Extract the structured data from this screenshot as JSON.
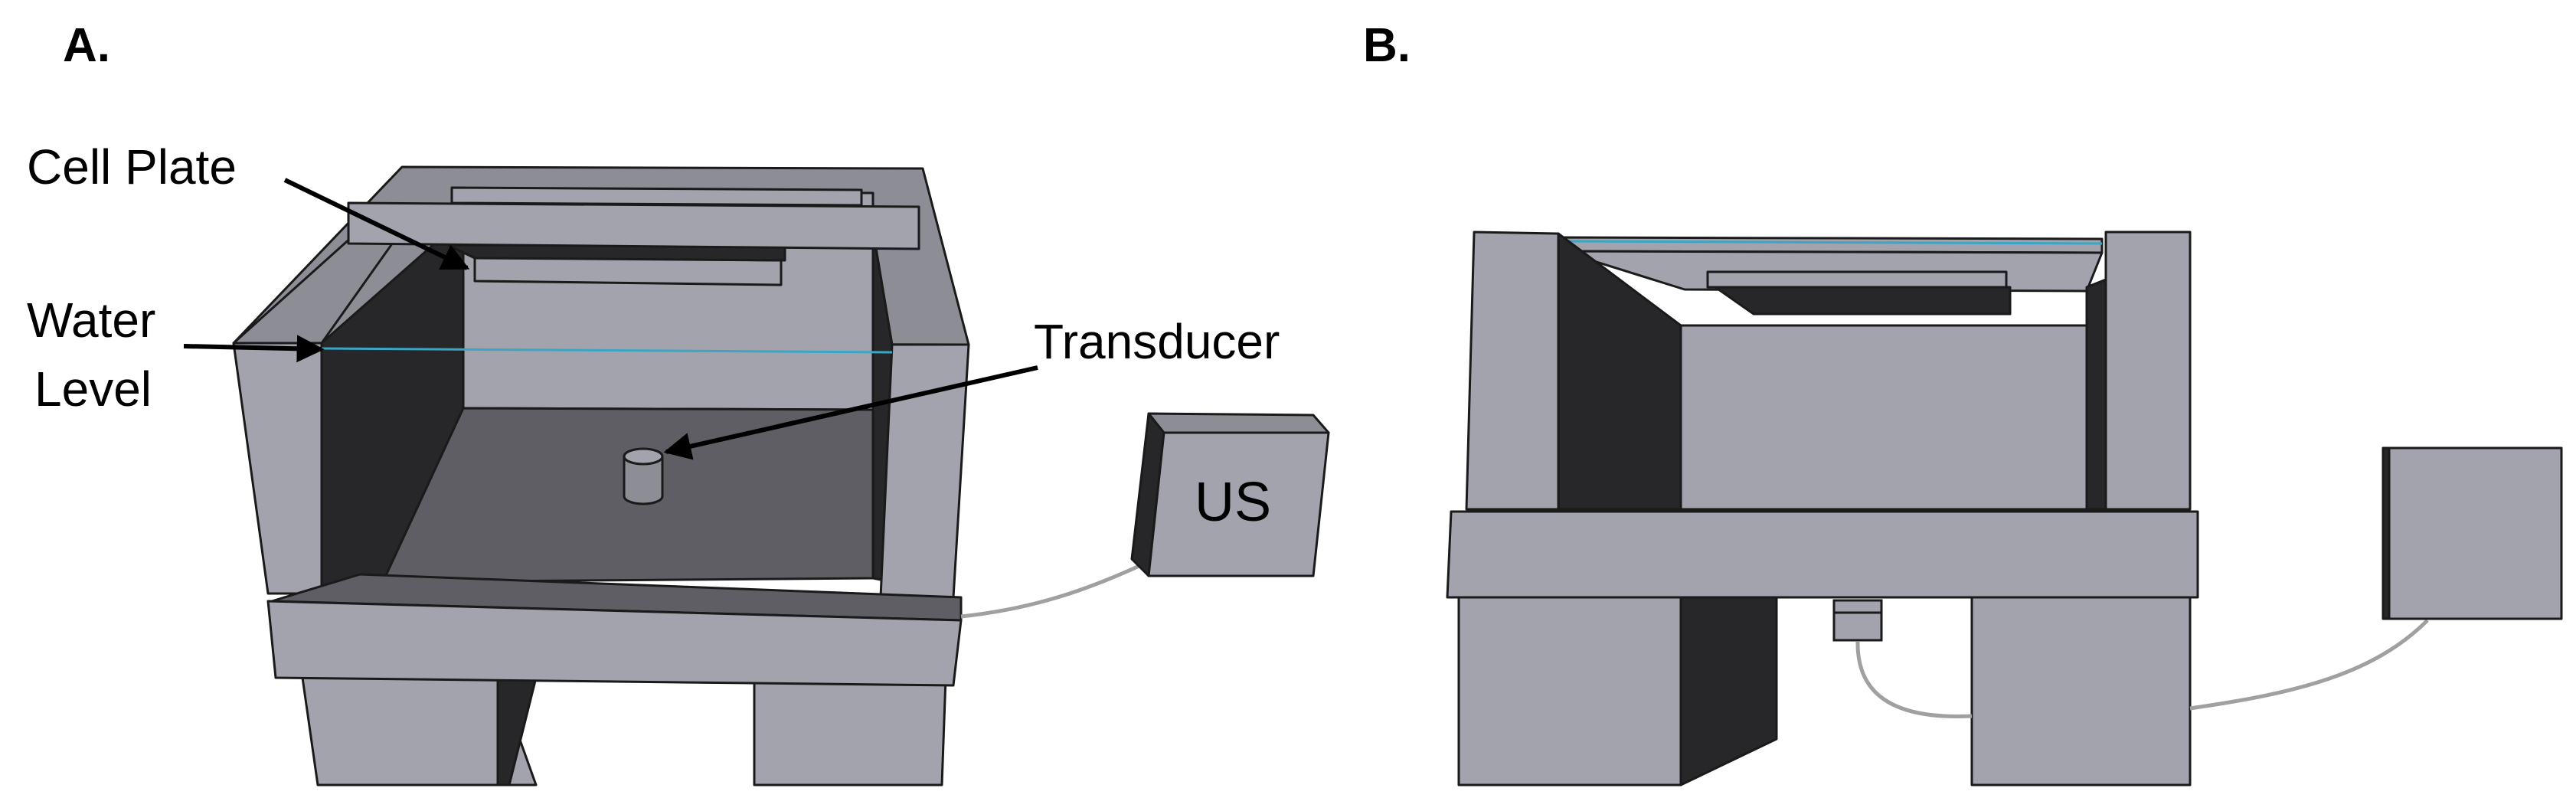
{
  "panels": [
    {
      "id": "A",
      "label": "A.",
      "callouts": {
        "cell_plate": "Cell Plate",
        "water_level_line1": "Water",
        "water_level_line2": "Level",
        "transducer": "Transducer"
      },
      "device_label": "US"
    },
    {
      "id": "B",
      "label": "B."
    }
  ],
  "colors": {
    "light_face": "#a3a3ad",
    "mid_face": "#8d8d96",
    "dark_face": "#27272a",
    "floor": "#5e5e64",
    "water_line": "#3aa6c4",
    "cable": "#a0a0a0",
    "arrow": "#000000"
  }
}
